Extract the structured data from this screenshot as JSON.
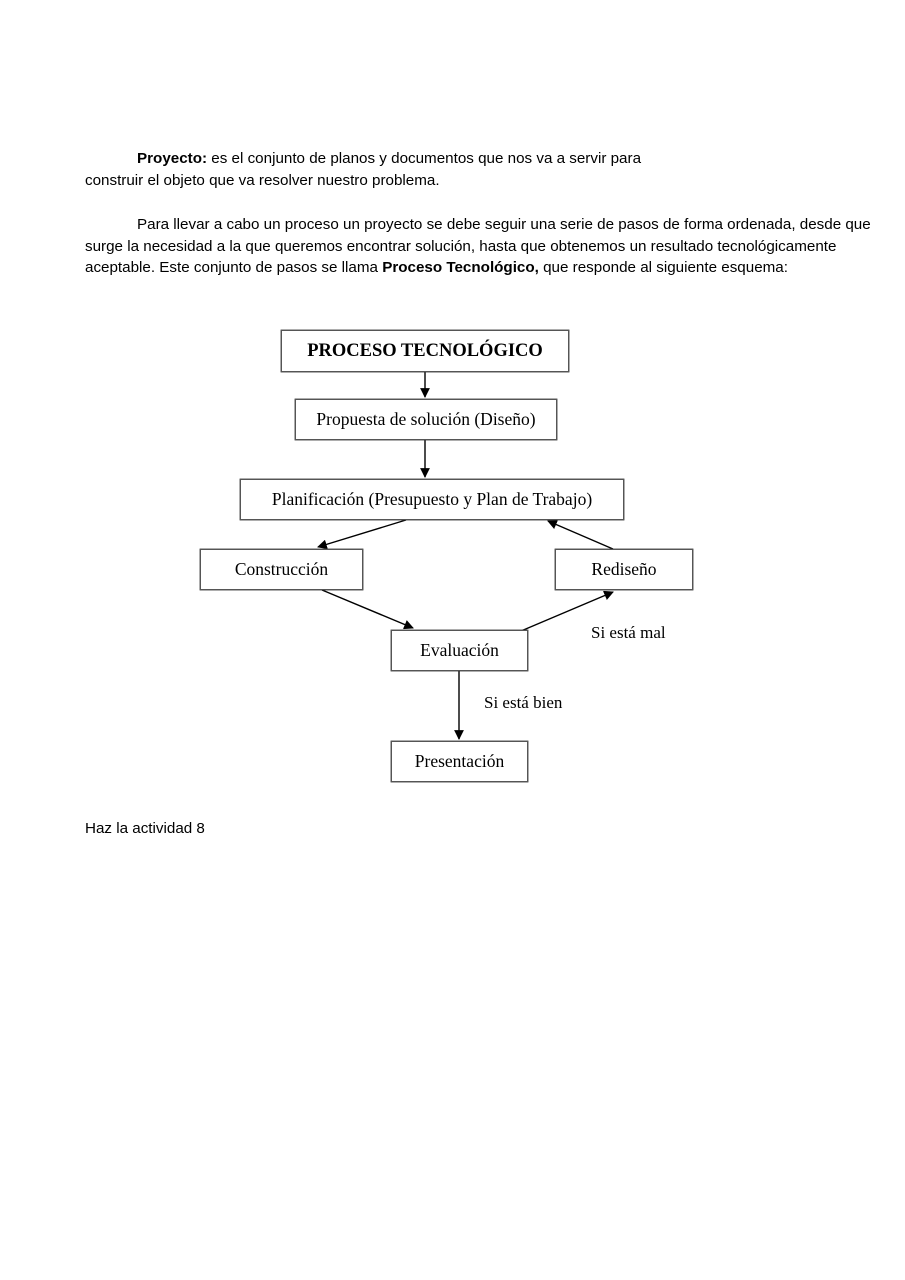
{
  "document": {
    "paragraphs": {
      "proyecto": {
        "lead_bold": "Proyecto:",
        "line1": " es el conjunto de planos y documentos que nos va a servir para",
        "line2": "construir el objeto que va resolver nuestro problema."
      },
      "proceso": {
        "part1": "Para llevar a cabo un proceso un proyecto se debe seguir una serie de pasos de forma ordenada, desde que surge la necesidad a la que queremos encontrar solución, hasta que obtenemos un resultado tecnológicamente aceptable. Este conjunto de pasos se llama ",
        "bold": "Proceso Tecnológico,",
        "part2": " que responde al siguiente esquema:"
      },
      "actividad": "Haz la actividad 8"
    }
  },
  "flowchart": {
    "title": "PROCESO TECNOLÓGICO",
    "nodes": [
      {
        "id": "proceso",
        "label": "PROCESO TECNOLÓGICO"
      },
      {
        "id": "propuesta",
        "label": "Propuesta de solución (Diseño)"
      },
      {
        "id": "planificacion",
        "label": "Planificación (Presupuesto y Plan de Trabajo)"
      },
      {
        "id": "construccion",
        "label": "Construcción"
      },
      {
        "id": "rediseno",
        "label": "Rediseño"
      },
      {
        "id": "evaluacion",
        "label": "Evaluación"
      },
      {
        "id": "presentacion",
        "label": "Presentación"
      }
    ],
    "edge_labels": {
      "mal": "Si está mal",
      "bien": "Si está bien"
    },
    "edges": [
      {
        "from": "proceso",
        "to": "propuesta",
        "label": ""
      },
      {
        "from": "propuesta",
        "to": "planificacion",
        "label": ""
      },
      {
        "from": "planificacion",
        "to": "construccion",
        "label": ""
      },
      {
        "from": "construccion",
        "to": "evaluacion",
        "label": ""
      },
      {
        "from": "evaluacion",
        "to": "rediseno",
        "label": "Si está mal"
      },
      {
        "from": "rediseno",
        "to": "planificacion",
        "label": ""
      },
      {
        "from": "evaluacion",
        "to": "presentacion",
        "label": "Si está bien"
      }
    ],
    "colors": {
      "box_border": "#555555",
      "line": "#000000",
      "background": "#ffffff"
    }
  }
}
